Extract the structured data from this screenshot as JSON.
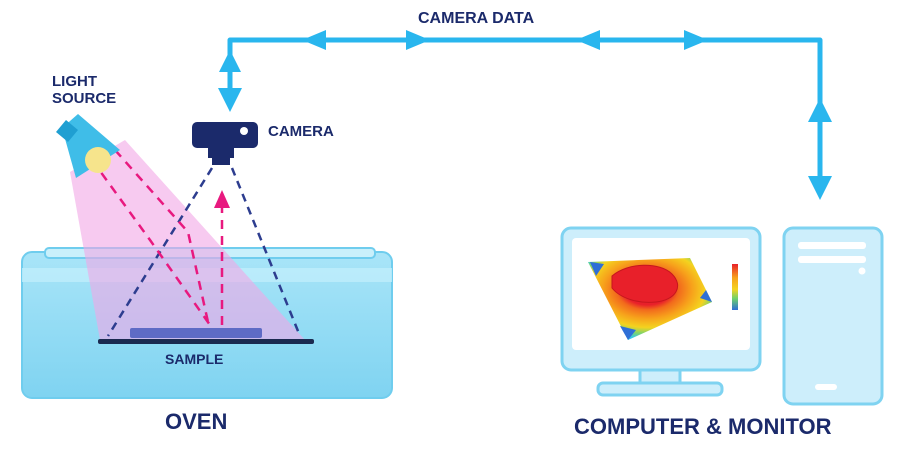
{
  "labels": {
    "camera_data": "CAMERA DATA",
    "light_source": "LIGHT SOURCE",
    "camera": "CAMERA",
    "sample": "SAMPLE",
    "oven": "OVEN",
    "computer_monitor": "COMPUTER & MONITOR"
  },
  "colors": {
    "link": "#29b6ee",
    "navy": "#1b2a6b",
    "light_beam": "#f2a7e6",
    "magenta_ray": "#e8197f",
    "camera_ray": "#2d3d8f",
    "oven_water": "#8fdaf4",
    "device_body": "#cdeefb",
    "heatmap_hot": "#e8202a",
    "heatmap_mid": "#f7a21b",
    "heatmap_cool": "#34c9e8"
  },
  "icons": [
    "light-source-lamp-icon",
    "camera-icon",
    "monitor-icon",
    "computer-tower-icon",
    "heatmap-surface-icon",
    "color-scale-icon"
  ]
}
